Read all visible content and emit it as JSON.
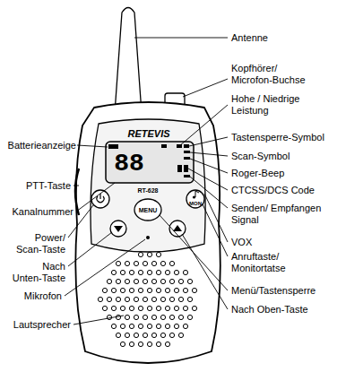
{
  "diagram": {
    "labels": [
      "Antenne",
      "Kopfhörer/ Microfon-Buchse",
      "Hohe / Niedrige Leistung",
      "Tastensperre-Symbol",
      "Scan-Symbol",
      "Roger-Beep",
      "CTCSS/DCS Code",
      "Senden/ Empfangen Signal",
      "VOX",
      "Anruftaste/ Monitortatse",
      "Menü/Tastensperre",
      "Nach Oben-Taste",
      "Batterieanzeige",
      "PTT-Taste",
      "Kanalnummer",
      "Power/ Scan-Taste",
      "Nach Unten-Taste",
      "Mikrofon",
      "Lautsprecher",
      "RETEVIS",
      "88",
      "RT-628",
      "MENU",
      "MON"
    ]
  }
}
